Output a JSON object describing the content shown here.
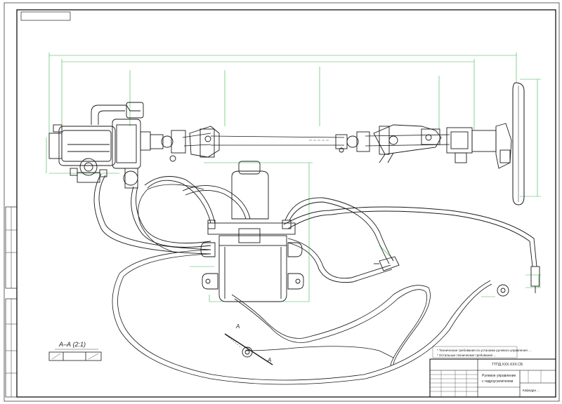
{
  "drawing": {
    "section_view_label": "А–А (2:1)",
    "section_mark_top": "А",
    "section_mark_bottom": "А",
    "specs": [
      "* Технические требования по установке рулевого управления ...",
      "* Остальные технические требования ..."
    ]
  },
  "title_block": {
    "drawing_code": "ТТПД.ХХХ.ХХХ.СБ",
    "name_line1": "Рулевое управление",
    "name_line2": "с гидроусилителем",
    "organization": "Кафедра ..."
  },
  "colors": {
    "line": "#1a1a1a",
    "dimension": "#3bb54a",
    "frame": "#000000"
  }
}
